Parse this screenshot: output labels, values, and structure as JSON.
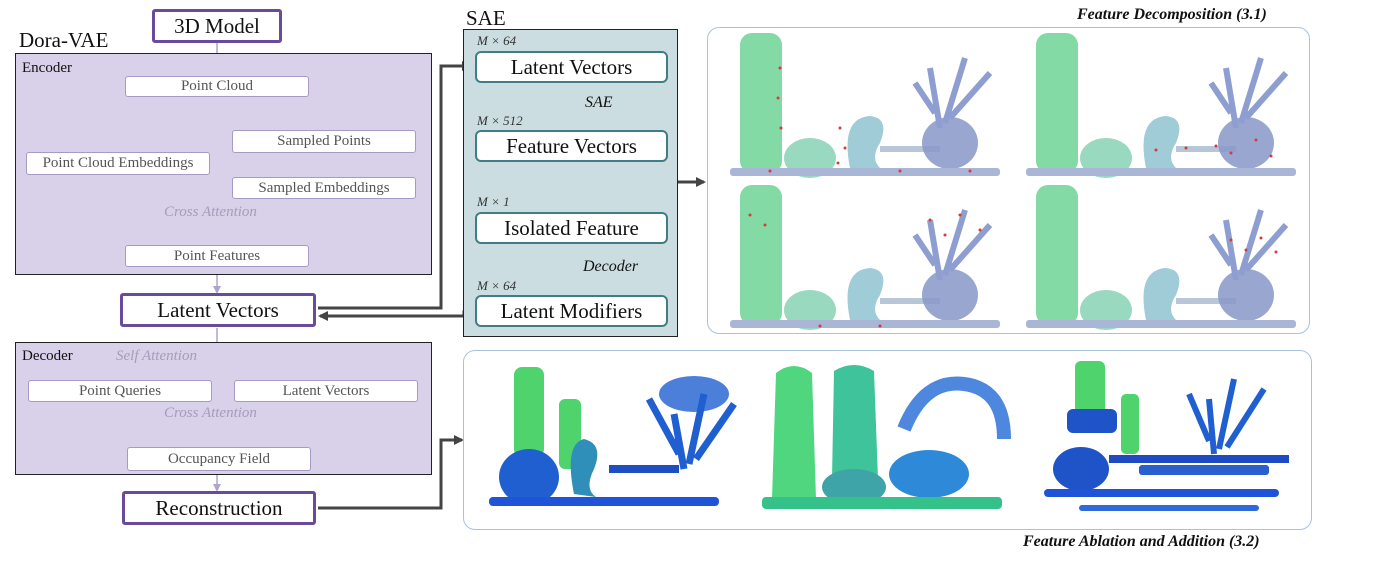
{
  "top_input": {
    "label": "3D Model"
  },
  "vae": {
    "title": "Dora-VAE",
    "encoder": {
      "label": "Encoder",
      "point_cloud": "Point Cloud",
      "sampled_points": "Sampled Points",
      "point_cloud_embeddings": "Point Cloud Embeddings",
      "sampled_embeddings": "Sampled Embeddings",
      "cross_attention": "Cross Attention",
      "point_features": "Point Features"
    },
    "latent_vectors": "Latent Vectors",
    "decoder": {
      "label": "Decoder",
      "self_attention": "Self Attention",
      "point_queries": "Point Queries",
      "latent_vectors": "Latent Vectors",
      "cross_attention": "Cross Attention",
      "occupancy_field": "Occupancy Field"
    },
    "reconstruction": "Reconstruction"
  },
  "sae": {
    "title": "SAE",
    "steps": [
      {
        "dim": "M × 64",
        "label": "Latent Vectors"
      },
      {
        "dim": "M × 512",
        "label": "Feature Vectors"
      },
      {
        "dim": "M × 1",
        "label": "Isolated Feature"
      },
      {
        "dim": "M × 64",
        "label": "Latent Modifiers"
      }
    ],
    "arrows": [
      "SAE",
      "",
      "Decoder"
    ]
  },
  "results": {
    "decomposition_title": "Feature Decomposition (3.1)",
    "ablation_title": "Feature Ablation and Addition (3.2)"
  },
  "colors": {
    "vae_panel": "#d9d0ea",
    "vae_accent": "#6a4a9c",
    "sae_panel": "#ccdde1",
    "sae_accent": "#3f7e86",
    "result_border": "#a9c2dc"
  }
}
